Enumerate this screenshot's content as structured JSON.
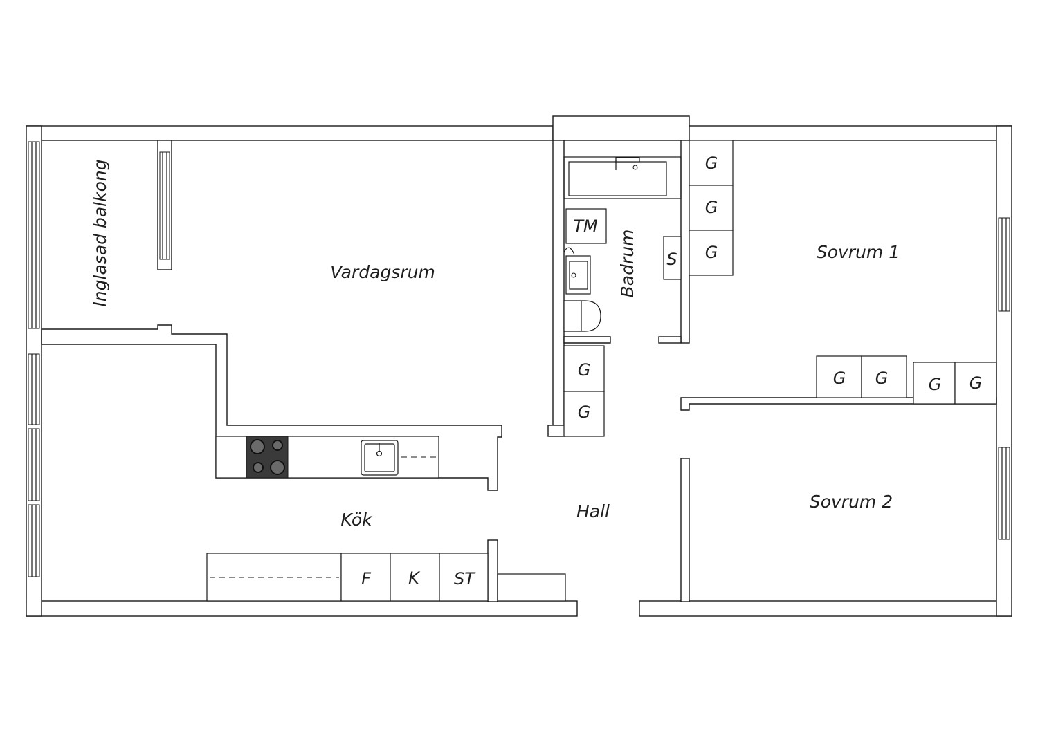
{
  "rooms": {
    "balcony": "Inglasad balkong",
    "living": "Vardagsrum",
    "kitchen": "Kök",
    "hall": "Hall",
    "bathroom": "Badrum",
    "bedroom1": "Sovrum 1",
    "bedroom2": "Sovrum 2"
  },
  "fixtures": {
    "wardrobe": "G",
    "washing_machine": "TM",
    "shelf": "S",
    "fridge": "F",
    "freezer": "K",
    "broom_closet": "ST"
  },
  "colors": {
    "line": "#1a1a1a",
    "background": "#ffffff",
    "stove": "#3a3a3a"
  }
}
